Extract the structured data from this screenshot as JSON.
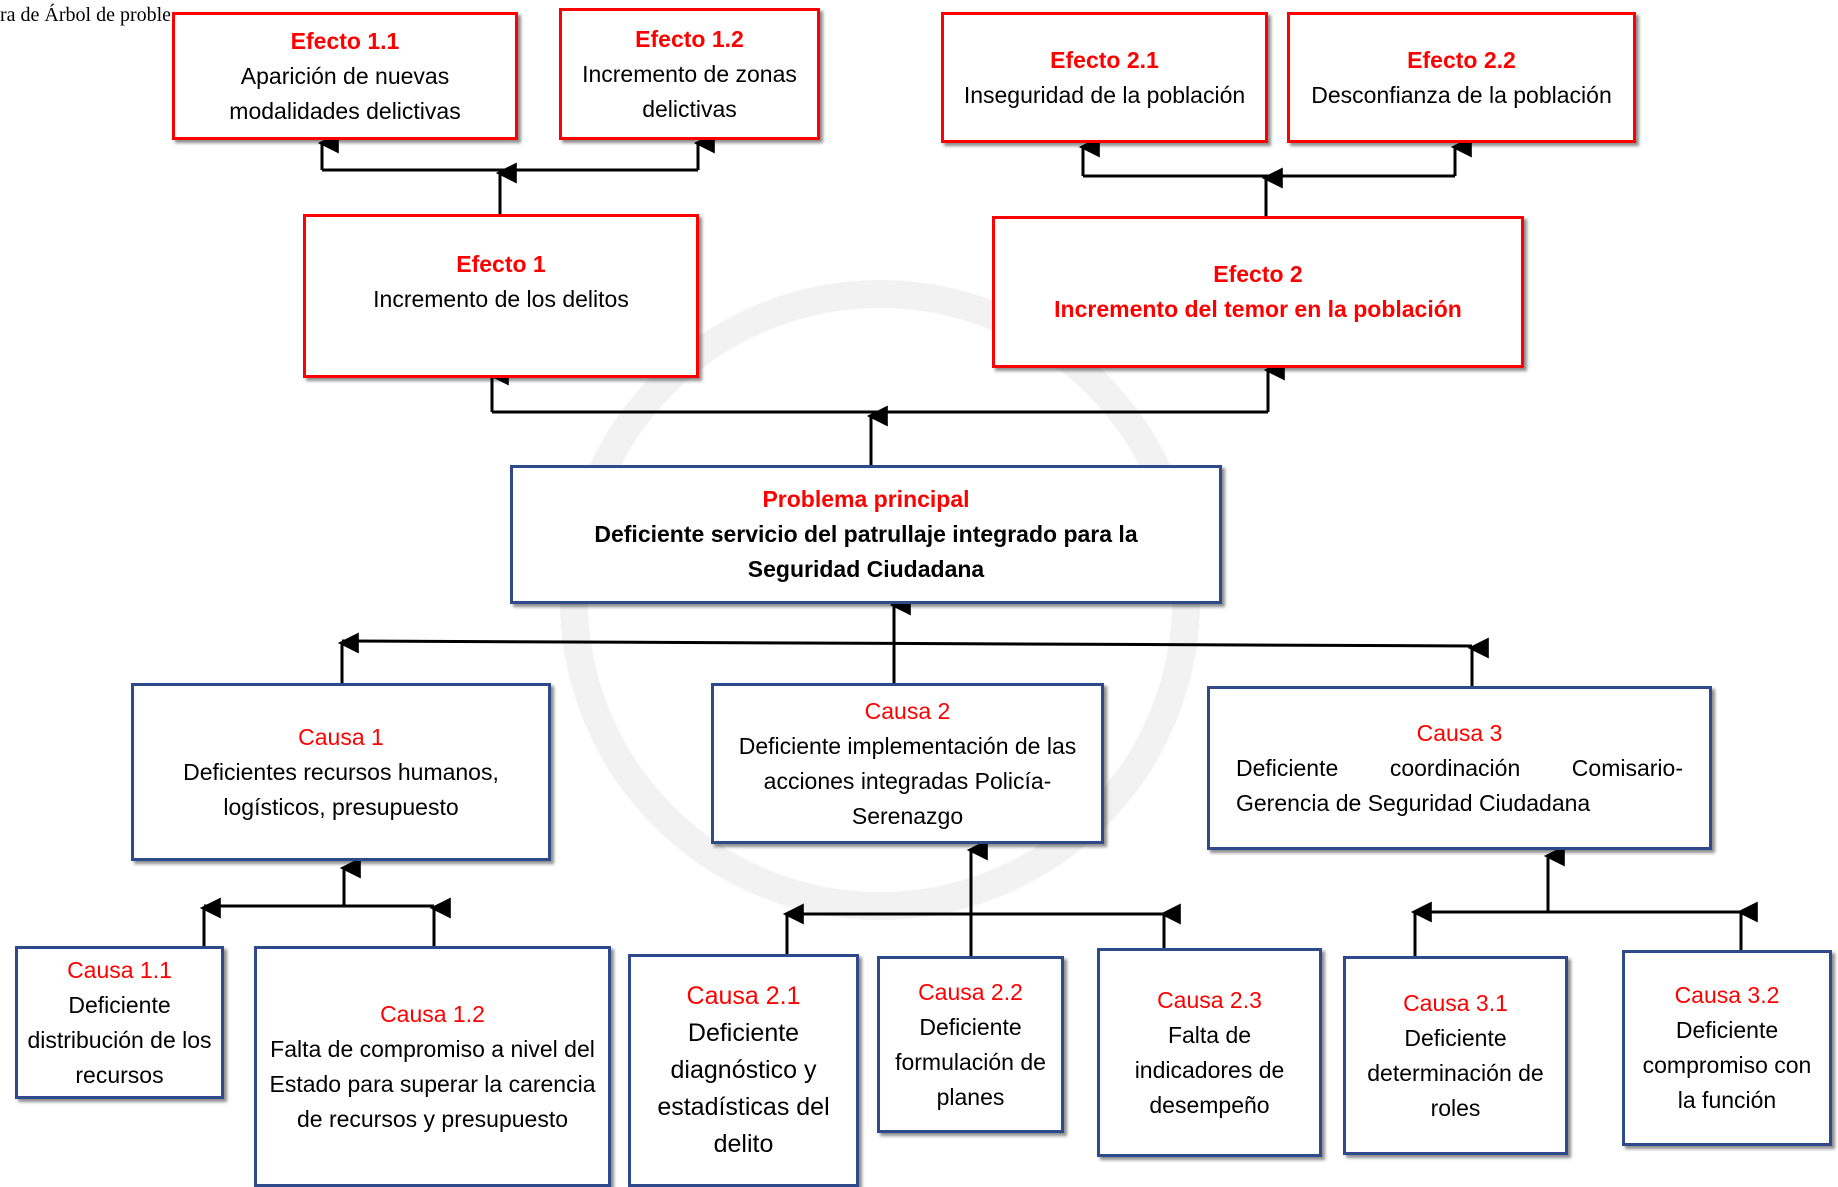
{
  "caption": "ra de Árbol de problemas",
  "effects": {
    "e11": {
      "title": "Efecto 1.1",
      "text": "Aparición de nuevas modalidades delictivas"
    },
    "e12": {
      "title": "Efecto 1.2",
      "text": "Incremento de zonas delictivas"
    },
    "e21": {
      "title": "Efecto 2.1",
      "text": "Inseguridad de la población"
    },
    "e22": {
      "title": "Efecto 2.2",
      "text": "Desconfianza de la población"
    },
    "e1": {
      "title": "Efecto 1",
      "text": "Incremento de los delitos"
    },
    "e2": {
      "title": "Efecto 2",
      "text": "Incremento del temor en la población"
    }
  },
  "problem": {
    "title": "Problema principal",
    "text": "Deficiente servicio del patrullaje integrado para la Seguridad Ciudadana"
  },
  "causes": {
    "c1": {
      "title": "Causa 1",
      "text": "Deficientes recursos humanos, logísticos, presupuesto"
    },
    "c2": {
      "title": "Causa 2",
      "text": "Deficiente implementación de las acciones integradas Policía-Serenazgo"
    },
    "c3": {
      "title": "Causa 3",
      "text": "Deficiente coordinación Comisario-Gerencia de Seguridad Ciudadana"
    },
    "c11": {
      "title": "Causa 1.1",
      "text": "Deficiente distribución de los recursos"
    },
    "c12": {
      "title": "Causa 1.2",
      "text": "Falta de compromiso a nivel del Estado para superar la carencia de recursos y presupuesto"
    },
    "c21": {
      "title": "Causa 2.1",
      "text": "Deficiente diagnóstico y estadísticas del delito"
    },
    "c22": {
      "title": "Causa 2.2",
      "text": "Deficiente formulación de planes"
    },
    "c23": {
      "title": "Causa 2.3",
      "text": "Falta de indicadores de desempeño"
    },
    "c31": {
      "title": "Causa 3.1",
      "text": "Deficiente determinación de roles"
    },
    "c32": {
      "title": "Causa 3.2",
      "text": "Deficiente compromiso con la función"
    }
  },
  "colors": {
    "effect_border": "#ff0000",
    "cause_border": "#2f4a8a",
    "title_red": "#ff0000",
    "line": "#000000"
  }
}
